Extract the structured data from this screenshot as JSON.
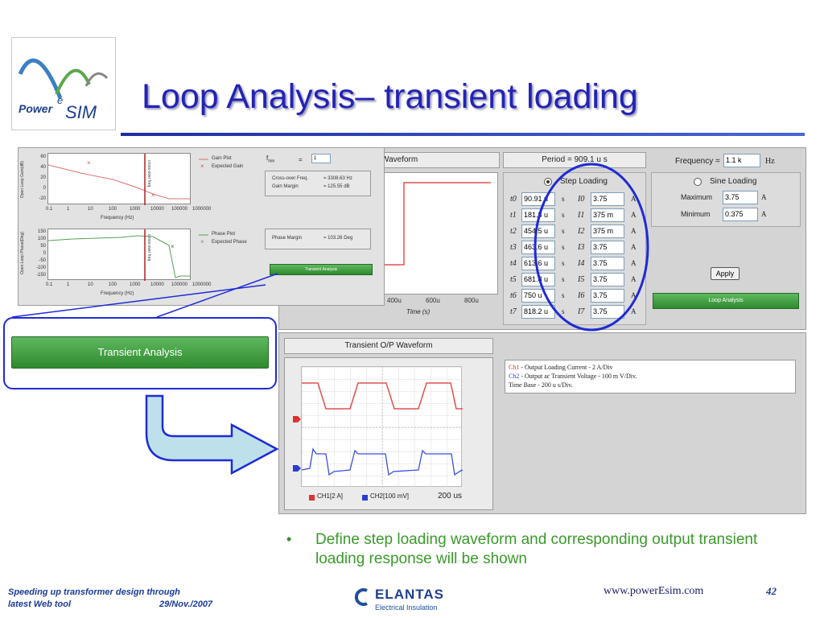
{
  "slide": {
    "title": "Loop Analysis– transient loading",
    "logo_text": "Power",
    "logo_superscript": "e",
    "logo_sim": "SIM",
    "footer_left_line1": "Speeding up transformer design through",
    "footer_left_line2": "latest Web tool",
    "footer_date": "29/Nov./2007",
    "footer_brand": "ELANTAS",
    "footer_brand_sub": "Electrical Insulation",
    "footer_url": "www.powerEsim.com",
    "page_number": "42",
    "bullet": "Define step loading waveform and corresponding output transient loading response will be shown",
    "callout_button_label": "Transient Analysis"
  },
  "bode": {
    "gain_legend": [
      "Gain Plot",
      "Expected Gain"
    ],
    "phase_legend": [
      "Phase Plot",
      "Expected Phase"
    ],
    "gain_ylabel": "Open Loop Gain(dB)",
    "phase_ylabel": "Open Loop Phase(Deg)",
    "xlabel": "Frequency (Hz)",
    "crossover_label": "cross-over freq",
    "x_ticks": [
      "0.1",
      "1",
      "10",
      "100",
      "1000",
      "10000",
      "100000",
      "1000000"
    ],
    "gain_ticks": [
      "60",
      "40",
      "20",
      "0",
      "-20"
    ],
    "phase_ticks": [
      "150",
      "100",
      "50",
      "0",
      "-50",
      "-100",
      "-150"
    ],
    "fmin_label": "f",
    "fmin_sub": "min",
    "fmin_eq": "=",
    "fmin_value": "1",
    "crossover_freq_label": "Cross-over Freq.",
    "crossover_freq_value": "= 3308.63 Hz",
    "gain_margin_label": "Gain Margin",
    "gain_margin_value": "= 125.55 dB",
    "phase_margin_label": "Phase Margin",
    "phase_margin_value": "= 103.26 Deg",
    "transient_button": "Transient Analysis"
  },
  "input_waveform": {
    "title": "Waveform",
    "x_ticks": [
      "400u",
      "600u",
      "800u"
    ],
    "xlabel": "Time (s)"
  },
  "step_panel": {
    "period": "Period = 909.1 u s",
    "step_label": "Step Loading",
    "rows": [
      {
        "t": "t0",
        "tv": "90.91 u",
        "i": "I0",
        "iv": "3.75"
      },
      {
        "t": "t1",
        "tv": "181.8 u",
        "i": "I1",
        "iv": "375 m"
      },
      {
        "t": "t2",
        "tv": "454.5 u",
        "i": "I2",
        "iv": "375 m"
      },
      {
        "t": "t3",
        "tv": "463.6 u",
        "i": "I3",
        "iv": "3.75"
      },
      {
        "t": "t4",
        "tv": "613.6 u",
        "i": "I4",
        "iv": "3.75"
      },
      {
        "t": "t5",
        "tv": "681.8 u",
        "i": "I5",
        "iv": "3.75"
      },
      {
        "t": "t6",
        "tv": "750 u",
        "i": "I6",
        "iv": "3.75"
      },
      {
        "t": "t7",
        "tv": "818.2 u",
        "i": "I7",
        "iv": "3.75"
      }
    ],
    "s_unit": "s",
    "a_unit": "A"
  },
  "sine_panel": {
    "frequency_label": "Frequency =",
    "frequency_value": "1.1 k",
    "frequency_unit": "Hz",
    "sine_label": "Sine Loading",
    "maximum_label": "Maximum",
    "maximum_value": "3.75",
    "minimum_label": "Minimum",
    "minimum_value": "0.375",
    "unit": "A",
    "apply": "Apply",
    "loop_analysis": "Loop Analysis"
  },
  "output": {
    "title": "Transient O/P Waveform",
    "ch1_tag": "Ch1",
    "ch1_text": " - Output Loading Current - 2 A/Div",
    "ch2_tag": "Ch2",
    "ch2_text": " - Output ac Transient Voltage - 100 m V/Div.",
    "timebase": "Time Base - 200 u s/Div.",
    "legend_ch1": "CH1[2 A]",
    "legend_ch2": "CH2[100 mV]",
    "legend_time": "200 us"
  },
  "colors": {
    "title": "#2323b5",
    "accent_blue": "#1f2bd6",
    "green": "#2f8a2f",
    "red": "#e05050"
  }
}
